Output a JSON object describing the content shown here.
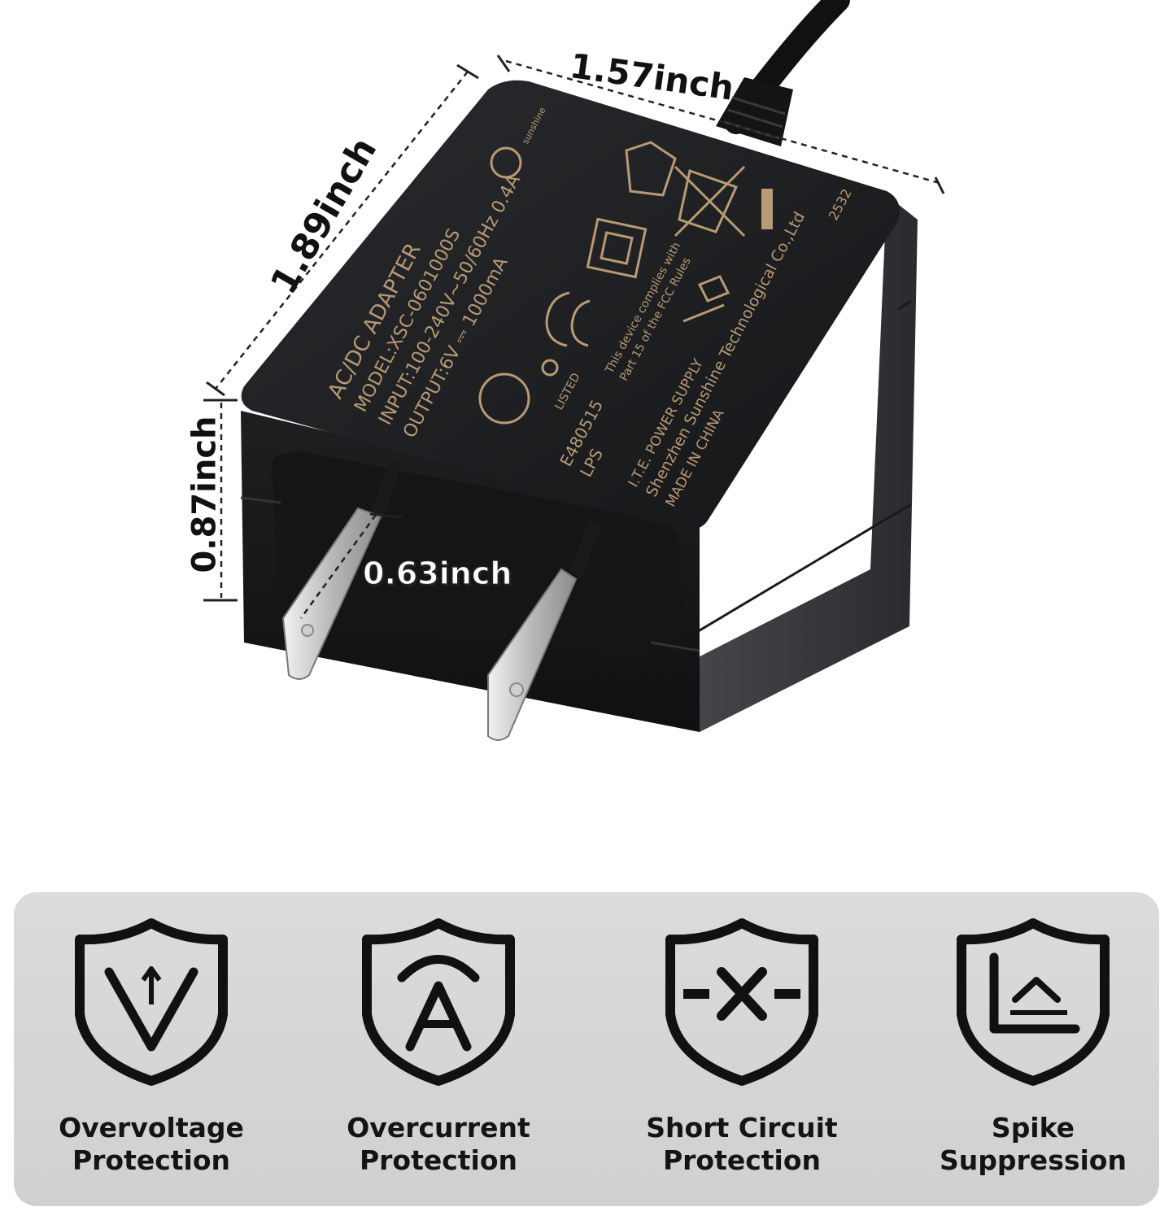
{
  "dimensions": {
    "width": "1.57inch",
    "length": "1.89inch",
    "height": "0.87inch",
    "prong": "0.63inch"
  },
  "label_text": {
    "title": "AC/DC ADAPTER",
    "model": "MODEL:XSC-0601000S",
    "input": "INPUT:100-240V~50/60Hz 0.4A",
    "output": "OUTPUT:6V ⎓ 1000mA",
    "ul_listed": "LISTED",
    "ul_cert": "E480515",
    "lps": "LPS",
    "fcc_note_1": "This device complies with",
    "fcc_note_2": "Part 15 of the FCC Rules",
    "ite": "I.T.E. POWER SUPPLY",
    "maker": "Shenzhen Sunshine Technological Co.,Ltd",
    "origin": "MADE IN CHINA",
    "date_code": "2532",
    "brand": "sunshine"
  },
  "features": [
    {
      "label_1": "Overvoltage",
      "label_2": "Protection",
      "icon": "overvoltage-shield-icon"
    },
    {
      "label_1": "Overcurrent",
      "label_2": "Protection",
      "icon": "overcurrent-shield-icon"
    },
    {
      "label_1": "Short Circuit",
      "label_2": "Protection",
      "icon": "short-circuit-shield-icon"
    },
    {
      "label_1": "Spike",
      "label_2": "Suppression",
      "icon": "spike-suppression-shield-icon"
    }
  ],
  "colors": {
    "adapter_body": "#1b1c1e",
    "print_gold": "#b89a74",
    "panel_bg": "#d6d6d6",
    "icon_stroke": "#111111"
  }
}
